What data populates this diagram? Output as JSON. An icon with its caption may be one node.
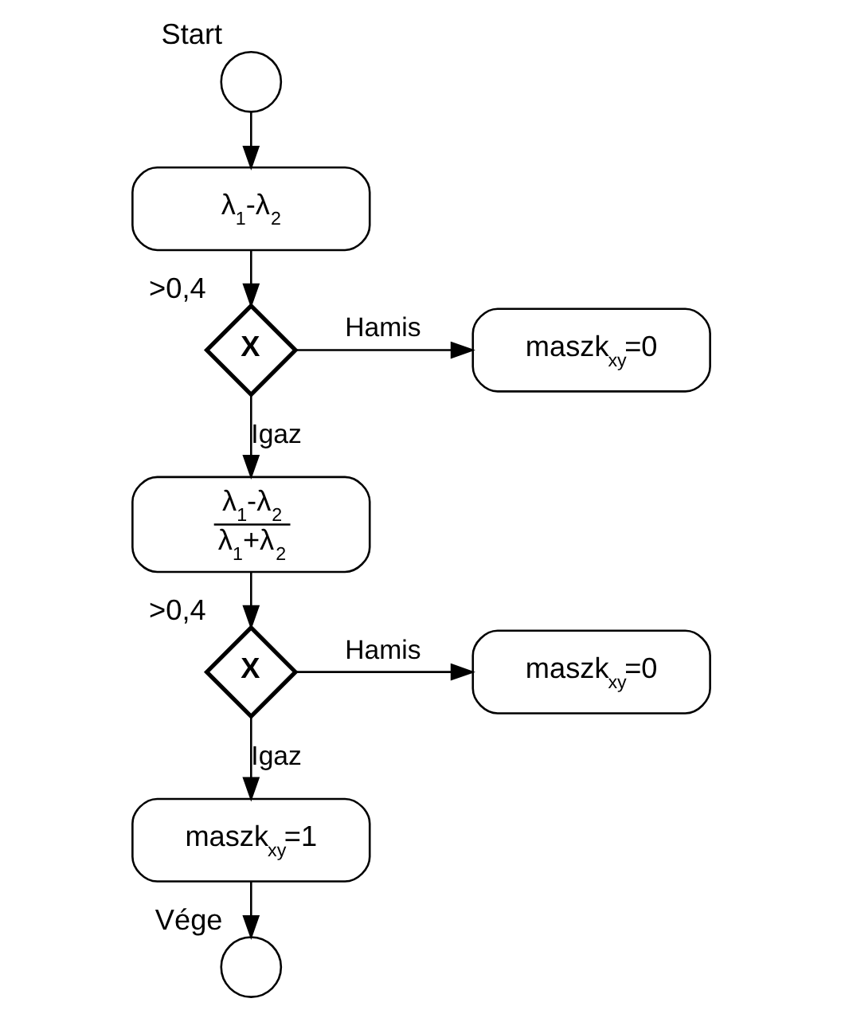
{
  "diagram": {
    "nodes": [
      {
        "text": [],
        "shape": "circle",
        "beside": [
          "Start"
        ]
      },
      {
        "text": [
          "λ$_{1}$-λ$_{2}$"
        ]
      },
      {
        "text": [
          "X"
        ],
        "beside": [
          ">0,4"
        ]
      },
      {
        "text": [
          "maszk$_{xy}$=0"
        ]
      },
      {
        "text": [
          "λ$_{1}$-λ$_{2}$",
          "λ$_{1}$+λ$_{2}$"
        ]
      },
      {
        "text": [
          "X"
        ],
        "beside": [
          ">0,4"
        ]
      },
      {
        "text": [
          "maszk$_{xy}$=0"
        ]
      },
      {
        "text": [
          "maszk$_{xy}$=1"
        ]
      },
      {
        "text": [],
        "shape": "circle",
        "beside": [
          "Vége"
        ]
      }
    ],
    "edges": [
      {
        "from": 0,
        "to": 1,
        "arrow": "to"
      },
      {
        "from": 1,
        "to": 2,
        "arrow": "to"
      },
      {
        "from": 2,
        "to": 3,
        "arrow": "to",
        "label": "Hamis"
      },
      {
        "from": 2,
        "to": 4,
        "arrow": "to",
        "label": "Igaz"
      },
      {
        "from": 4,
        "to": 5,
        "arrow": "to"
      },
      {
        "from": 5,
        "to": 6,
        "arrow": "to",
        "label": "Hamis"
      },
      {
        "from": 5,
        "to": 7,
        "arrow": "to",
        "label": "Igaz"
      },
      {
        "from": 7,
        "to": 8,
        "arrow": "to"
      }
    ]
  }
}
